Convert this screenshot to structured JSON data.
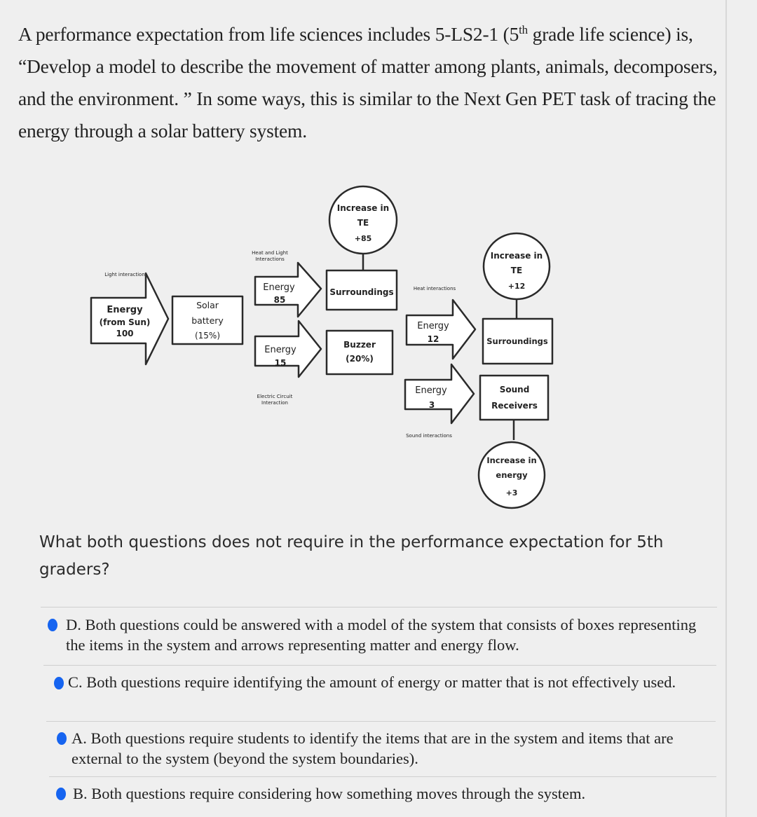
{
  "intro": {
    "part1": "A performance expectation from life sciences includes 5-LS2-1 (5",
    "sup": "th",
    "part2": " grade life science) is, “Develop a model to describe the movement of matter among plants, animals, decomposers, and the environment. ” In some ways, this is similar to the Next Gen PET task of tracing the energy through a solar battery system."
  },
  "diagram": {
    "light_interaction": "Light interaction",
    "sun_energy": {
      "line1": "Energy",
      "line2": "(from Sun)",
      "value": "100"
    },
    "solar_battery": {
      "line1": "Solar",
      "line2": "battery",
      "line3": "(15%)"
    },
    "heat_light_interactions": {
      "line1": "Heat and Light",
      "line2": "Interactions"
    },
    "energy_85": {
      "label": "Energy",
      "value": "85"
    },
    "energy_15": {
      "label": "Energy",
      "value": "15"
    },
    "electric_circuit": {
      "line1": "Electric Circuit",
      "line2": "Interaction"
    },
    "te_circle_1": {
      "line1": "Increase in",
      "line2": "TE",
      "value": "+85"
    },
    "surroundings_1": "Surroundings",
    "buzzer": {
      "line1": "Buzzer",
      "line2": "(20%)"
    },
    "heat_interactions": "Heat interactions",
    "energy_12": {
      "label": "Energy",
      "value": "12"
    },
    "energy_3": {
      "label": "Energy",
      "value": "3"
    },
    "sound_interactions": "Sound interactions",
    "te_circle_2": {
      "line1": "Increase in",
      "line2": "TE",
      "value": "+12"
    },
    "surroundings_2": "Surroundings",
    "sound_receivers": {
      "line1": "Sound",
      "line2": "Receivers"
    },
    "energy_circle": {
      "line1": "Increase in",
      "line2": "energy",
      "value": "+3"
    },
    "colors": {
      "value_red": "#e0312b",
      "box_border": "#2a2a2a"
    }
  },
  "question": "What both questions does not require in the performance expectation for 5th graders?",
  "options": [
    {
      "id": "D",
      "text": "D. Both questions could be answered with a model of the system that consists of boxes representing the items in the system and arrows representing matter and energy flow."
    },
    {
      "id": "C",
      "text": "C. Both questions require identifying the amount of energy or matter that is not effectively used."
    },
    {
      "id": "A",
      "text": "A. Both questions require students to identify the items that are in the system and items that are external to the system (beyond the system boundaries)."
    },
    {
      "id": "B",
      "text": "B. Both questions require considering how something moves through the system."
    }
  ],
  "accent_color": "#1664f0"
}
